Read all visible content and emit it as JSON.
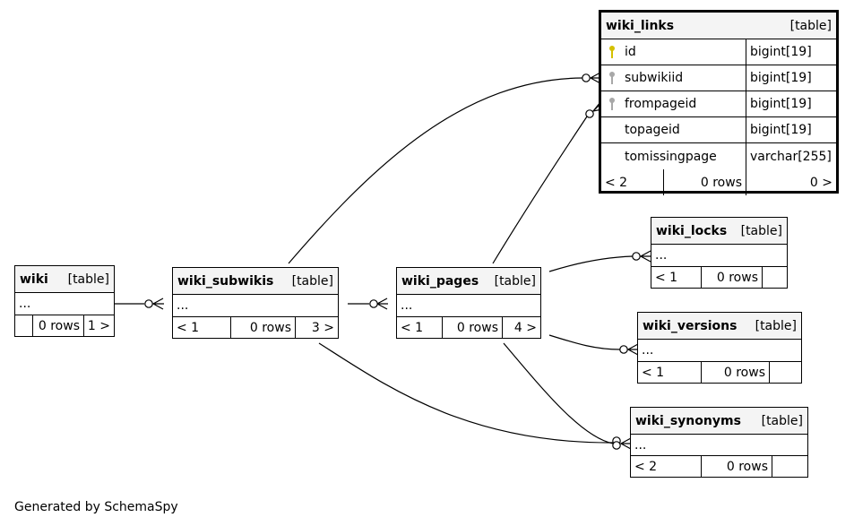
{
  "footer": "Generated by SchemaSpy",
  "colors": {
    "primary_key": "#d4c000",
    "foreign_key": "#a8a8a8",
    "header_bg": "#f4f4f4"
  },
  "tables": {
    "wiki_links": {
      "name": "wiki_links",
      "kind": "[table]",
      "columns": [
        {
          "name": "id",
          "type": "bigint[19]",
          "key": "primary-key-icon"
        },
        {
          "name": "subwikiid",
          "type": "bigint[19]",
          "key": "foreign-key-icon"
        },
        {
          "name": "frompageid",
          "type": "bigint[19]",
          "key": "foreign-key-icon"
        },
        {
          "name": "topageid",
          "type": "bigint[19]",
          "key": ""
        },
        {
          "name": "tomissingpage",
          "type": "varchar[255]",
          "key": ""
        }
      ],
      "parents": "< 2",
      "rows": "0 rows",
      "children": "0 >"
    },
    "wiki": {
      "name": "wiki",
      "kind": "[table]",
      "ellipsis": "...",
      "parents": "",
      "rows": "0 rows",
      "children": "1 >"
    },
    "wiki_subwikis": {
      "name": "wiki_subwikis",
      "kind": "[table]",
      "ellipsis": "...",
      "parents": "< 1",
      "rows": "0 rows",
      "children": "3 >"
    },
    "wiki_pages": {
      "name": "wiki_pages",
      "kind": "[table]",
      "ellipsis": "...",
      "parents": "< 1",
      "rows": "0 rows",
      "children": "4 >"
    },
    "wiki_locks": {
      "name": "wiki_locks",
      "kind": "[table]",
      "ellipsis": "...",
      "parents": "< 1",
      "rows": "0 rows",
      "children": ""
    },
    "wiki_versions": {
      "name": "wiki_versions",
      "kind": "[table]",
      "ellipsis": "...",
      "parents": "< 1",
      "rows": "0 rows",
      "children": ""
    },
    "wiki_synonyms": {
      "name": "wiki_synonyms",
      "kind": "[table]",
      "ellipsis": "...",
      "parents": "< 2",
      "rows": "0 rows",
      "children": ""
    }
  }
}
